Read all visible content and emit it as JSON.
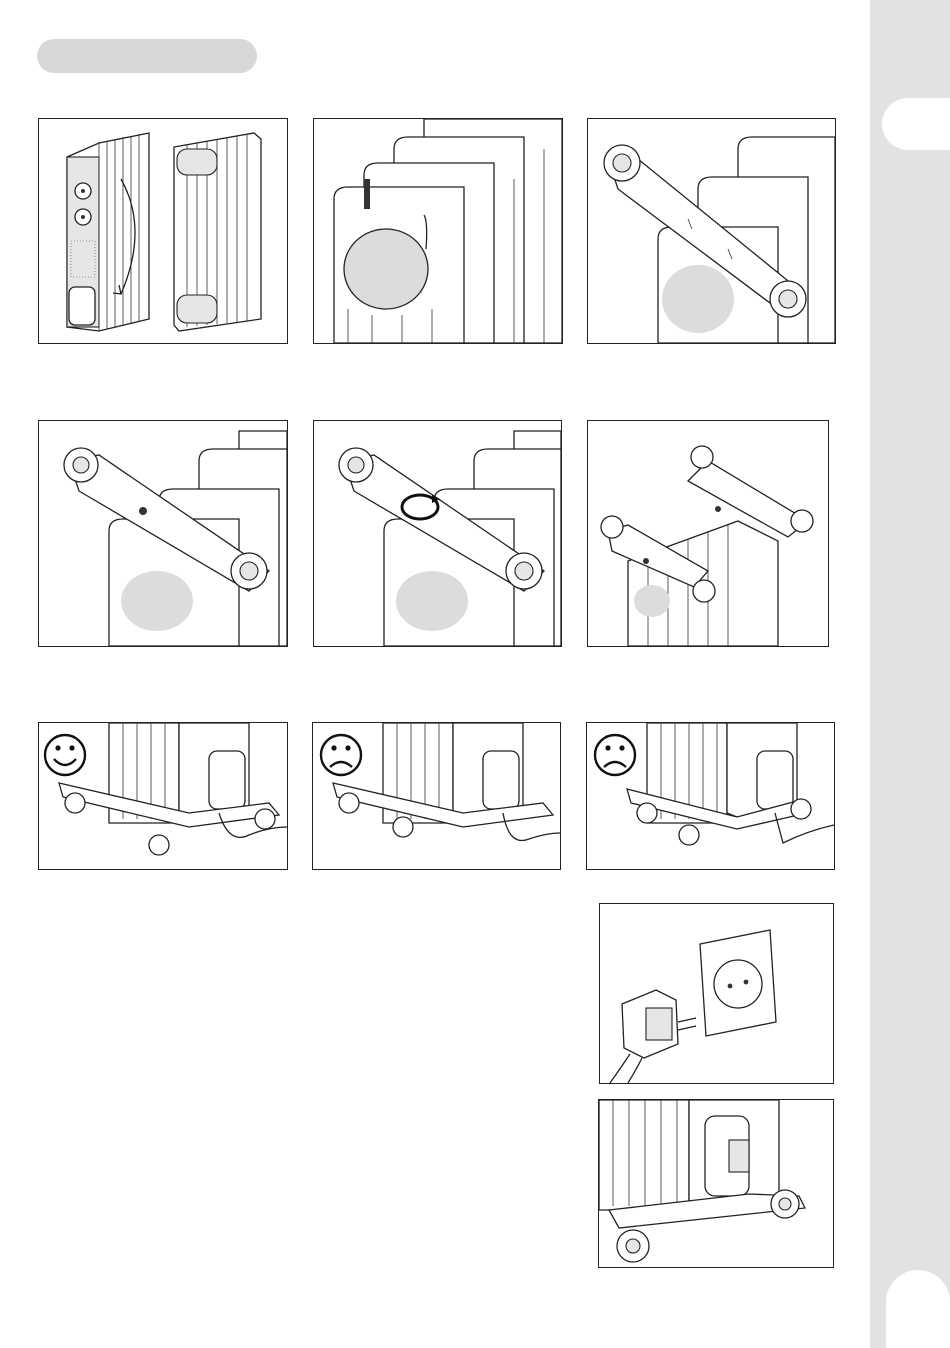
{
  "page": {
    "header_pill": "",
    "background": "#ffffff",
    "side_strip_color": "#e2e2e2",
    "pill_color": "#d8d8d8"
  },
  "illustrations": [
    {
      "id": "fig1",
      "depicts": "heater-turned-upside-down"
    },
    {
      "id": "fig2",
      "depicts": "fins-with-locking-bolt"
    },
    {
      "id": "fig3",
      "depicts": "wheel-bracket-placed"
    },
    {
      "id": "fig4",
      "depicts": "wheel-bracket-with-nut"
    },
    {
      "id": "fig5",
      "depicts": "tighten-wingnut-rotate"
    },
    {
      "id": "fig6",
      "depicts": "both-wheel-brackets-mounted"
    },
    {
      "id": "fig7",
      "depicts": "cord-routing-correct",
      "face_icon": "smiley-icon"
    },
    {
      "id": "fig8",
      "depicts": "cord-routing-wrong",
      "face_icon": "sad-face-icon"
    },
    {
      "id": "fig9",
      "depicts": "cord-routing-wrong",
      "face_icon": "sad-face-icon"
    },
    {
      "id": "fig10",
      "depicts": "plug-and-wall-socket"
    },
    {
      "id": "fig11",
      "depicts": "cord-storage-compartment"
    }
  ]
}
